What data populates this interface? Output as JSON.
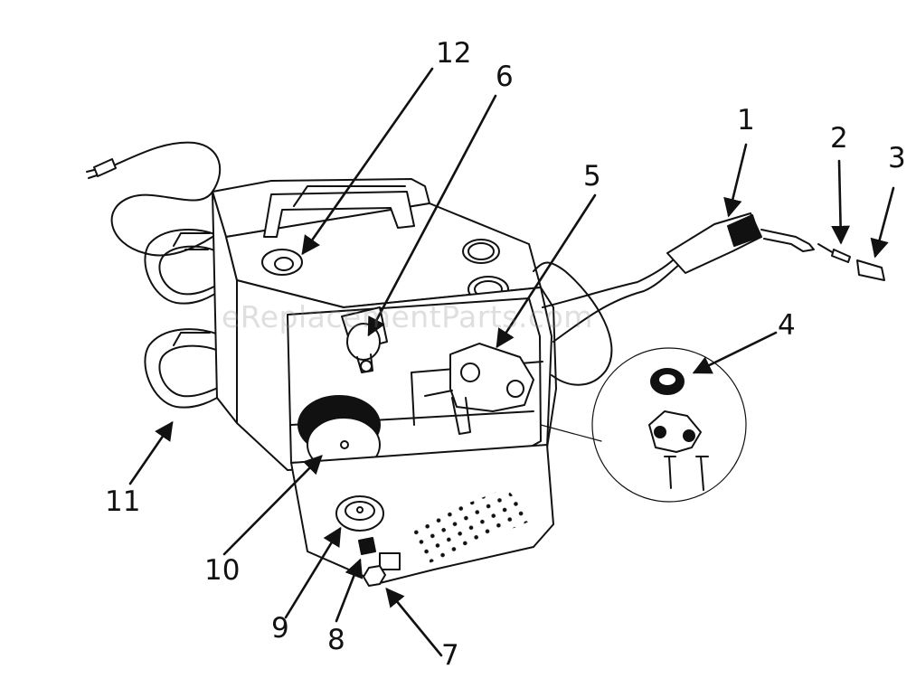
{
  "diagram": {
    "watermark": "eReplacementParts.com",
    "callouts": [
      {
        "id": "1",
        "label": "1"
      },
      {
        "id": "2",
        "label": "2"
      },
      {
        "id": "3",
        "label": "3"
      },
      {
        "id": "4",
        "label": "4"
      },
      {
        "id": "5",
        "label": "5"
      },
      {
        "id": "6",
        "label": "6"
      },
      {
        "id": "7",
        "label": "7"
      },
      {
        "id": "8",
        "label": "8"
      },
      {
        "id": "9",
        "label": "9"
      },
      {
        "id": "10",
        "label": "10"
      },
      {
        "id": "11",
        "label": "11"
      },
      {
        "id": "12",
        "label": "12"
      }
    ],
    "colors": {
      "line": "#111111",
      "background": "#ffffff"
    }
  }
}
